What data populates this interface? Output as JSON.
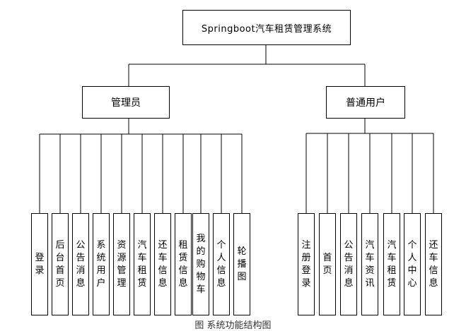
{
  "root": {
    "label": "Springboot汽车租赁管理系统"
  },
  "roles": [
    {
      "label": "管理员",
      "modules": [
        "登录",
        "后台首页",
        "公告消息",
        "系统用户",
        "资源管理",
        "汽车租赁",
        "还车信息",
        "租赁信息",
        "我的购物车",
        "个人信息",
        "轮播图"
      ]
    },
    {
      "label": "普通用户",
      "modules": [
        "注册登录",
        "首页",
        "公告消息",
        "汽车资讯",
        "汽车租赁",
        "个人中心",
        "还车信息"
      ]
    }
  ],
  "caption": "图 系统功能结构图"
}
